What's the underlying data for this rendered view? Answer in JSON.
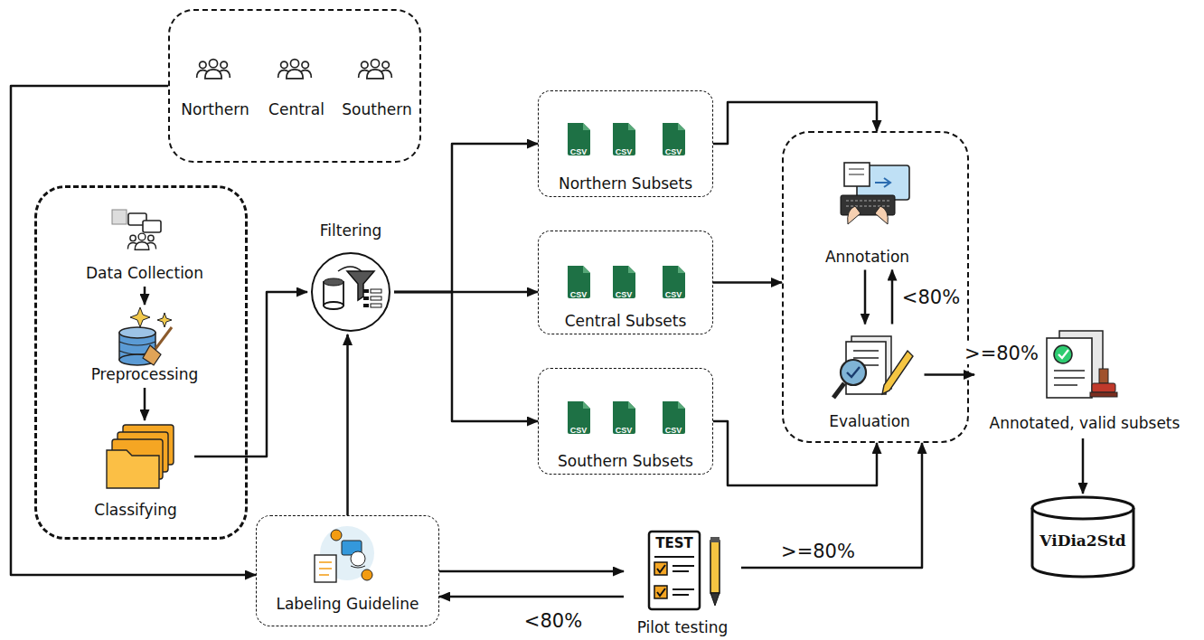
{
  "diagram": {
    "nodes": [
      {
        "text": [
          "Northern",
          "Central",
          "Southern"
        ]
      },
      {
        "text": []
      },
      {
        "text": [
          "Data Collection"
        ],
        "in": 1
      },
      {
        "text": [
          "Preprocessing"
        ],
        "in": 1
      },
      {
        "text": [
          "Classifying"
        ],
        "in": 1
      },
      {
        "text": [
          "Filtering"
        ]
      },
      {
        "text": [
          "Northern Subsets"
        ]
      },
      {
        "text": [
          "Central Subsets"
        ]
      },
      {
        "text": [
          "Southern Subsets"
        ]
      },
      {
        "text": []
      },
      {
        "text": [
          "Annotation"
        ],
        "in": 9
      },
      {
        "text": [
          "Evaluation"
        ],
        "in": 9
      },
      {
        "text": [
          "Annotated, valid subsets"
        ]
      },
      {
        "text": [
          "ViDia2Std"
        ]
      },
      {
        "text": [
          "Labeling Guideline"
        ]
      },
      {
        "text": [
          "TEST",
          "Pilot testing"
        ]
      }
    ],
    "edges": [
      {
        "from": 0,
        "to": 14,
        "arrow": "to"
      },
      {
        "from": 2,
        "to": 3,
        "arrow": "to"
      },
      {
        "from": 3,
        "to": 4,
        "arrow": "to"
      },
      {
        "from": 4,
        "to": 5,
        "arrow": "to"
      },
      {
        "from": 14,
        "to": 5,
        "arrow": "to"
      },
      {
        "from": 5,
        "to": 6,
        "arrow": "to"
      },
      {
        "from": 5,
        "to": 7,
        "arrow": "to"
      },
      {
        "from": 5,
        "to": 8,
        "arrow": "to"
      },
      {
        "from": 6,
        "to": 9,
        "arrow": "to"
      },
      {
        "from": 7,
        "to": 9,
        "arrow": "to"
      },
      {
        "from": 8,
        "to": 9,
        "arrow": "to"
      },
      {
        "from": 10,
        "to": 11,
        "arrow": "to"
      },
      {
        "from": 11,
        "to": 10,
        "label": "<80%",
        "arrow": "to"
      },
      {
        "from": 11,
        "to": 12,
        "label": ">=80%",
        "arrow": "to"
      },
      {
        "from": 12,
        "to": 13,
        "arrow": "to"
      },
      {
        "from": 14,
        "to": 15,
        "arrow": "to"
      },
      {
        "from": 15,
        "to": 14,
        "label": "<80%",
        "arrow": "to"
      },
      {
        "from": 15,
        "to": 9,
        "label": ">=80%",
        "arrow": "to"
      }
    ],
    "labels": [
      "CSV",
      "CSV",
      "CSV",
      "CSV",
      "CSV",
      "CSV",
      "CSV",
      "CSV",
      "CSV"
    ]
  }
}
